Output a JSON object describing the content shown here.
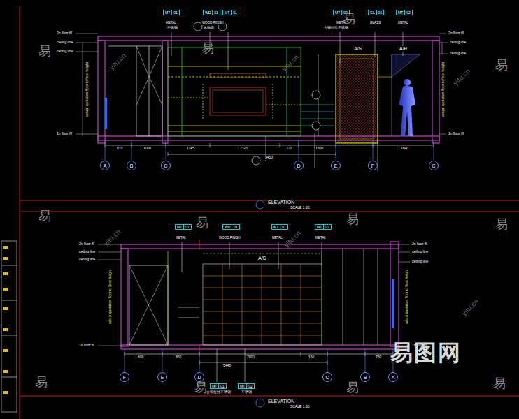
{
  "diagram": {
    "nodes": [
      {
        "text": [
          "MT",
          "01"
        ]
      },
      {
        "text": [
          "WD",
          "01"
        ]
      },
      {
        "text": [
          "MT",
          "01"
        ]
      },
      {
        "text": [
          "MT",
          "02"
        ]
      },
      {
        "text": [
          "GL",
          "01"
        ]
      },
      {
        "text": [
          "MT",
          "02"
        ]
      },
      {
        "text": [
          "A"
        ]
      },
      {
        "text": [
          "B"
        ]
      },
      {
        "text": [
          "C"
        ]
      },
      {
        "text": [
          "D"
        ]
      },
      {
        "text": [
          "E"
        ]
      },
      {
        "text": [
          "F"
        ]
      },
      {
        "text": [
          "G"
        ]
      },
      {
        "text": [
          "MT",
          "01"
        ]
      },
      {
        "text": [
          "WD",
          "01"
        ]
      },
      {
        "text": [
          "MT",
          "01"
        ]
      },
      {
        "text": [
          "MT",
          "02"
        ]
      },
      {
        "text": [
          "MT",
          "01"
        ]
      },
      {
        "text": [
          "MT",
          "02"
        ]
      },
      {
        "text": [
          "F"
        ]
      },
      {
        "text": [
          "E"
        ]
      },
      {
        "text": [
          "D"
        ]
      },
      {
        "text": [
          "C"
        ]
      },
      {
        "text": [
          "B"
        ]
      },
      {
        "text": [
          "A"
        ]
      }
    ],
    "labels": [
      "2n floor ffl",
      "ceiling line",
      "ceiling line",
      "1n floor ffl",
      "2n floor ffl",
      "ceiling line",
      "ceiling line",
      "1n floor ffl",
      "actual quotation floor to floor height",
      "actual quotation floor to floor height",
      "810",
      "1000",
      "1145",
      "2325",
      "220",
      "1600",
      "1640",
      "9450",
      "A/S",
      "A/R",
      "METAL",
      "WOOD FINISH",
      "METAL",
      "GLASS",
      "METAL",
      "不锈钢",
      "木饰面",
      "古铜拉丝不锈钢",
      "ELEVATION",
      "SCALE 1:30",
      "2n floor ffl",
      "ceiling line",
      "ceiling line",
      "1n floor ffl",
      "2n floor ffl",
      "ceiling line",
      "ceiling line",
      "1n floor ffl",
      "actual quotation floor to floor height",
      "actual quotation floor to floor height",
      "600",
      "950",
      "5440",
      "2000",
      "150",
      "750",
      "A/S",
      "METAL",
      "WOOD FINISH",
      "METAL",
      "METAL",
      "古铜拉丝不锈钢",
      "不锈钢",
      "ELEVATION",
      "SCALE 1:30",
      "易",
      "易",
      "易",
      "易",
      "易",
      "易",
      "易",
      "易",
      "易",
      "易",
      "易",
      "易",
      "yitu.cn",
      "yitu.cn",
      "yitu.cn",
      "yitu.cn",
      "yitu.cn",
      "yitu.cn",
      "易图网"
    ]
  }
}
